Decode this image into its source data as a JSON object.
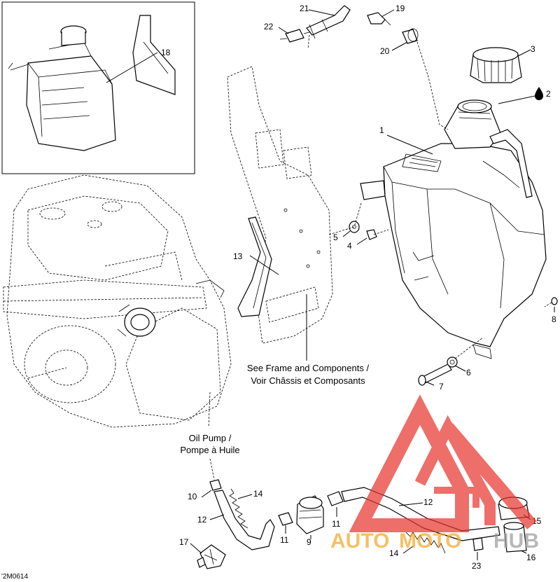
{
  "callouts": {
    "c1": "1",
    "c2": "2",
    "c3": "3",
    "c4": "4",
    "c5": "5",
    "c6": "6",
    "c7": "7",
    "c8": "8",
    "c9": "9",
    "c10": "10",
    "c11a": "11",
    "c11b": "11",
    "c12a": "12",
    "c12b": "12",
    "c13": "13",
    "c14a": "14",
    "c14b": "14",
    "c15": "15",
    "c16": "16",
    "c17": "17",
    "c18": "18",
    "c19": "19",
    "c20": "20",
    "c21": "21",
    "c22": "22",
    "c23": "23"
  },
  "notes": {
    "frame_line1": "See Frame and Components /",
    "frame_line2": "Voir Châssis et Composants",
    "pump_line1": "Oil Pump /",
    "pump_line2": "Pompe à Huile"
  },
  "figure_id": "'2M0614",
  "watermark": {
    "text_auto": "AUTO",
    "text_moto": "MOTO",
    "text_hub": "HUB",
    "color_red": "#e8312a",
    "color_orange": "#f5a623",
    "color_grey": "#9a9a9a"
  },
  "icons": {
    "oil_drop": "oil-drop-icon"
  }
}
